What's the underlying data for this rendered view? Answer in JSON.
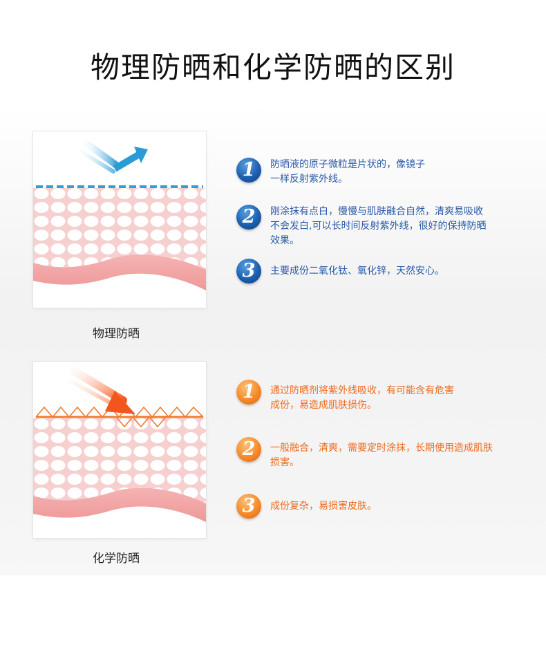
{
  "title": "物理防晒和化学防晒的区别",
  "physical": {
    "caption": "物理防晒",
    "points": [
      {
        "num": "1",
        "text": "防晒液的原子微粒是片状的，像镜子\n一样反射紫外线。"
      },
      {
        "num": "2",
        "text": "刚涂抹有点白，慢慢与肌肤融合自然，清爽易吸收\n不会发白,可以长时间反射紫外线，很好的保持防晒\n效果。"
      },
      {
        "num": "3",
        "text": "主要成份二氧化钛、氧化锌，天然安心。"
      }
    ]
  },
  "chemical": {
    "caption": "化学防晒",
    "points": [
      {
        "num": "1",
        "text": "通过防晒剂将紫外线吸收，有可能含有危害\n成份，易造成肌肤损伤。"
      },
      {
        "num": "2",
        "text": "一般融合，清爽，需要定时涂抹，长期使用造成肌肤\n损害。"
      },
      {
        "num": "3",
        "text": "成份复杂，易损害皮肤。"
      }
    ]
  },
  "colors": {
    "blue": "#2a5aa6",
    "orange": "#ee6a1e",
    "skin": "#f2a3a3"
  },
  "icons": {
    "reflect_arrow": "bounce-arrow-icon",
    "absorb_arrow": "down-right-arrow-icon"
  }
}
